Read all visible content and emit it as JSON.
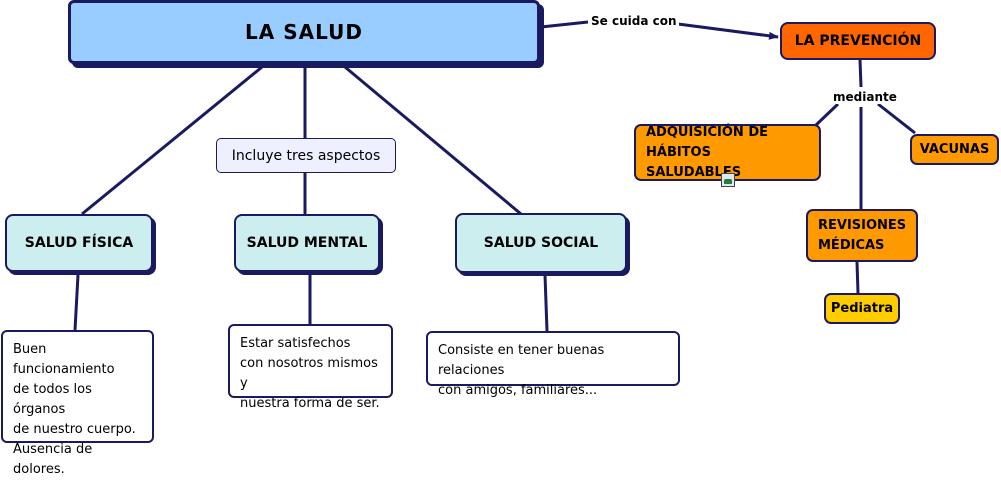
{
  "main_concept": "LA SALUD",
  "linking_phrases": {
    "includes": "Incluye tres aspectos",
    "cares_with": "Se cuida con",
    "through": "mediante"
  },
  "aspects": [
    {
      "title": "SALUD FÍSICA",
      "description": "Buen funcionamiento\nde todos los órganos\nde nuestro cuerpo.\nAusencia de dolores."
    },
    {
      "title": "SALUD MENTAL",
      "description": "Estar satisfechos\ncon nosotros mismos y\nnuestra forma de ser."
    },
    {
      "title": "SALUD SOCIAL",
      "description": "Consiste en tener buenas relaciones\n con amigos, familiares..."
    }
  ],
  "prevention": {
    "title": "LA PREVENCIÓN",
    "methods": [
      "ADQUISICIÓN DE\nHÁBITOS SALUDABLES",
      "VACUNAS",
      "REVISIONES\nMÉDICAS"
    ],
    "checkup_detail": "Pediatra"
  },
  "colors": {
    "line": "#1a1a60",
    "main_fill": "#99ccff",
    "aspect_fill": "#cceeee",
    "prevention_fill": "#ff6600",
    "method_fill": "#ff9900",
    "detail_fill": "#ffcc00"
  },
  "icons": [
    "image-attachment-icon"
  ]
}
